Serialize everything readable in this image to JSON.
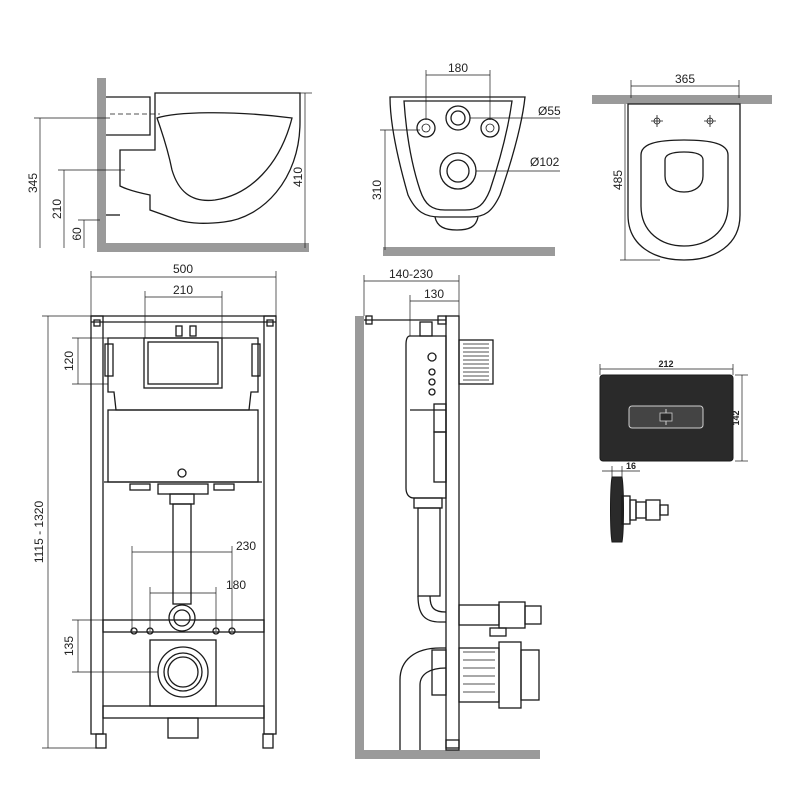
{
  "dimensions": {
    "toilet_side": {
      "d345": "345",
      "d210": "210",
      "d60": "60",
      "d410": "410"
    },
    "toilet_rear": {
      "d180": "180",
      "d55": "Ø55",
      "d102": "Ø102",
      "d310": "310"
    },
    "toilet_top": {
      "d365": "365",
      "d485": "485"
    },
    "frame_front": {
      "d500": "500",
      "d210": "210",
      "d120": "120",
      "d1115": "1115 - 1320",
      "d230": "230",
      "d180": "180",
      "d135": "135"
    },
    "frame_side": {
      "d140": "140-230",
      "d130": "130"
    },
    "flush_plate": {
      "d212": "212",
      "d142": "142",
      "d16": "16"
    }
  },
  "colors": {
    "wall": "#9a9a9a",
    "line": "#1a1a1a",
    "plate": "#2a2a2a"
  }
}
